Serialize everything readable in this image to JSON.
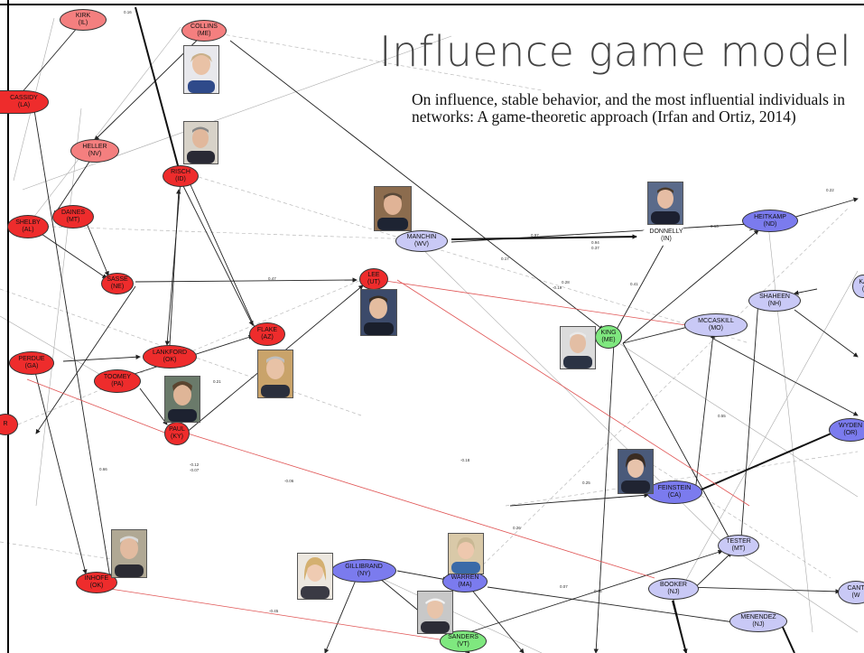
{
  "title": "Influence game model",
  "subtitle": "On influence, stable behavior, and the most influential individuals in networks: A game-theoretic approach (Irfan and Ortiz, 2014)",
  "colors": {
    "republican": "#ee2c2c",
    "republican_light": "#f47f7f",
    "democrat": "#7b7bee",
    "democrat_light": "#c9c9f6",
    "independent": "#7fe87f",
    "negative_edge": "#e05555",
    "edge": "#222222"
  },
  "nodes": [
    {
      "id": "kirk",
      "name": "KIRK",
      "state": "(IL)",
      "cls": "repl"
    },
    {
      "id": "collins",
      "name": "COLLINS",
      "state": "(ME)",
      "cls": "repl"
    },
    {
      "id": "cassidy",
      "name": "CASSIDY",
      "state": "(LA)",
      "cls": "rep"
    },
    {
      "id": "heller",
      "name": "HELLER",
      "state": "(NV)",
      "cls": "repl"
    },
    {
      "id": "risch",
      "name": "RISCH",
      "state": "(ID)",
      "cls": "rep"
    },
    {
      "id": "shelby",
      "name": "SHELBY",
      "state": "(AL)",
      "cls": "rep"
    },
    {
      "id": "daines",
      "name": "DAINES",
      "state": "(MT)",
      "cls": "rep"
    },
    {
      "id": "sasse",
      "name": "SASSE",
      "state": "(NE)",
      "cls": "rep"
    },
    {
      "id": "lee",
      "name": "LEE",
      "state": "(UT)",
      "cls": "rep"
    },
    {
      "id": "perdue",
      "name": "PERDUE",
      "state": "(GA)",
      "cls": "rep"
    },
    {
      "id": "lankford",
      "name": "LANKFORD",
      "state": "(OK)",
      "cls": "rep"
    },
    {
      "id": "flake",
      "name": "FLAKE",
      "state": "(AZ)",
      "cls": "rep"
    },
    {
      "id": "toomey",
      "name": "TOOMEY",
      "state": "(PA)",
      "cls": "rep"
    },
    {
      "id": "paul",
      "name": "PAUL",
      "state": "(KY)",
      "cls": "rep"
    },
    {
      "id": "inhofe",
      "name": "INHOFE",
      "state": "(OK)",
      "cls": "rep"
    },
    {
      "id": "manchin",
      "name": "MANCHIN",
      "state": "(WV)",
      "cls": "deml"
    },
    {
      "id": "donnelly",
      "name": "DONNELLY",
      "state": "(IN)",
      "cls": "wht"
    },
    {
      "id": "heitkamp",
      "name": "HEITKAMP",
      "state": "(ND)",
      "cls": "dem"
    },
    {
      "id": "shaheen",
      "name": "SHAHEEN",
      "state": "(NH)",
      "cls": "deml"
    },
    {
      "id": "mccaskill",
      "name": "MCCASKILL",
      "state": "(MO)",
      "cls": "deml"
    },
    {
      "id": "king",
      "name": "KING",
      "state": "(ME)",
      "cls": "ind"
    },
    {
      "id": "wyden",
      "name": "WYDEN",
      "state": "(OR)",
      "cls": "dem"
    },
    {
      "id": "feinstein",
      "name": "FEINSTEIN",
      "state": "(CA)",
      "cls": "dem"
    },
    {
      "id": "tester",
      "name": "TESTER",
      "state": "(MT)",
      "cls": "deml"
    },
    {
      "id": "gillibrand",
      "name": "GILLIBRAND",
      "state": "(NY)",
      "cls": "dem"
    },
    {
      "id": "warren",
      "name": "WARREN",
      "state": "(MA)",
      "cls": "dem"
    },
    {
      "id": "booker",
      "name": "BOOKER",
      "state": "(NJ)",
      "cls": "deml"
    },
    {
      "id": "menendez",
      "name": "MENENDEZ",
      "state": "(NJ)",
      "cls": "deml"
    },
    {
      "id": "sanders",
      "name": "SANDERS",
      "state": "(VT)",
      "cls": "ind"
    },
    {
      "id": "cantwell",
      "name": "CANT",
      "state": "(W",
      "cls": "deml"
    },
    {
      "id": "ka",
      "name": "KA",
      "state": "(",
      "cls": "deml"
    },
    {
      "id": "edge_r",
      "name": "R",
      "state": "",
      "cls": "rep"
    }
  ],
  "edge_weights": [
    "0.16",
    "0.47",
    "0.21",
    "-0.12",
    "-0.07",
    "-0.06",
    "-0.18",
    "0.97",
    "0.94",
    "0.37",
    "0.13",
    "0.26",
    "0.25",
    "-0.45",
    "0.66",
    "0.41",
    "0.07",
    "0.46",
    "0.55",
    "0.22",
    "0.28",
    "0.17",
    "-0.19"
  ],
  "photos": [
    "collins-photo",
    "risch-photo",
    "manchin-photo",
    "donnelly-photo",
    "lee-photo",
    "flake-photo",
    "paul-photo",
    "king-photo",
    "feinstein-photo",
    "inhofe-photo",
    "gillibrand-photo",
    "warren-photo",
    "sanders-photo"
  ]
}
